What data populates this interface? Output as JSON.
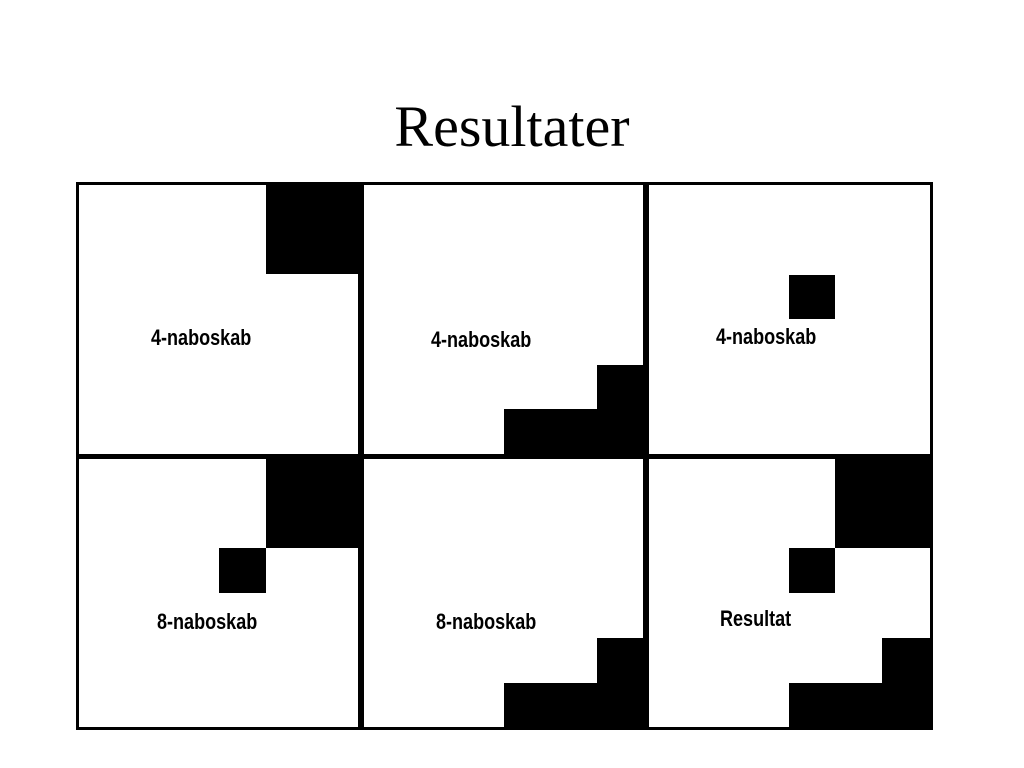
{
  "title": "Resultater",
  "panels": [
    {
      "label": "4-naboskab"
    },
    {
      "label": "4-naboskab"
    },
    {
      "label": "4-naboskab"
    },
    {
      "label": "8-naboskab"
    },
    {
      "label": "8-naboskab"
    },
    {
      "label": "Resultat"
    }
  ]
}
